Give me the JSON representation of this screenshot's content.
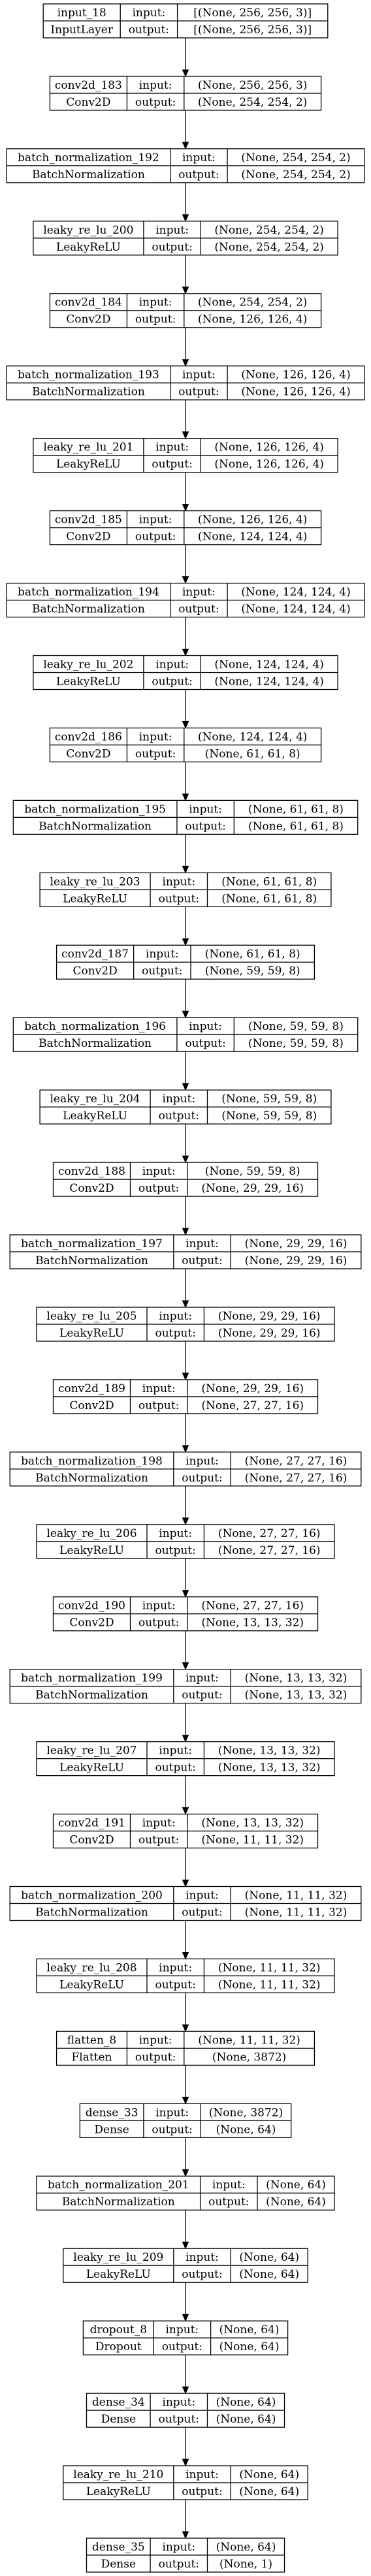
{
  "nodes": [
    {
      "name": "input_18",
      "type": "InputLayer",
      "input": "[(None, 256, 256, 3)]",
      "output": "[(None, 256, 256, 3)]"
    },
    {
      "name": "conv2d_183",
      "type": "Conv2D",
      "input": "(None, 256, 256, 3)",
      "output": "(None, 254, 254, 2)"
    },
    {
      "name": "batch_normalization_192",
      "type": "BatchNormalization",
      "input": "(None, 254, 254, 2)",
      "output": "(None, 254, 254, 2)"
    },
    {
      "name": "leaky_re_lu_200",
      "type": "LeakyReLU",
      "input": "(None, 254, 254, 2)",
      "output": "(None, 254, 254, 2)"
    },
    {
      "name": "conv2d_184",
      "type": "Conv2D",
      "input": "(None, 254, 254, 2)",
      "output": "(None, 126, 126, 4)"
    },
    {
      "name": "batch_normalization_193",
      "type": "BatchNormalization",
      "input": "(None, 126, 126, 4)",
      "output": "(None, 126, 126, 4)"
    },
    {
      "name": "leaky_re_lu_201",
      "type": "LeakyReLU",
      "input": "(None, 126, 126, 4)",
      "output": "(None, 126, 126, 4)"
    },
    {
      "name": "conv2d_185",
      "type": "Conv2D",
      "input": "(None, 126, 126, 4)",
      "output": "(None, 124, 124, 4)"
    },
    {
      "name": "batch_normalization_194",
      "type": "BatchNormalization",
      "input": "(None, 124, 124, 4)",
      "output": "(None, 124, 124, 4)"
    },
    {
      "name": "leaky_re_lu_202",
      "type": "LeakyReLU",
      "input": "(None, 124, 124, 4)",
      "output": "(None, 124, 124, 4)"
    },
    {
      "name": "conv2d_186",
      "type": "Conv2D",
      "input": "(None, 124, 124, 4)",
      "output": "(None, 61, 61, 8)"
    },
    {
      "name": "batch_normalization_195",
      "type": "BatchNormalization",
      "input": "(None, 61, 61, 8)",
      "output": "(None, 61, 61, 8)"
    },
    {
      "name": "leaky_re_lu_203",
      "type": "LeakyReLU",
      "input": "(None, 61, 61, 8)",
      "output": "(None, 61, 61, 8)"
    },
    {
      "name": "conv2d_187",
      "type": "Conv2D",
      "input": "(None, 61, 61, 8)",
      "output": "(None, 59, 59, 8)"
    },
    {
      "name": "batch_normalization_196",
      "type": "BatchNormalization",
      "input": "(None, 59, 59, 8)",
      "output": "(None, 59, 59, 8)"
    },
    {
      "name": "leaky_re_lu_204",
      "type": "LeakyReLU",
      "input": "(None, 59, 59, 8)",
      "output": "(None, 59, 59, 8)"
    },
    {
      "name": "conv2d_188",
      "type": "Conv2D",
      "input": "(None, 59, 59, 8)",
      "output": "(None, 29, 29, 16)"
    },
    {
      "name": "batch_normalization_197",
      "type": "BatchNormalization",
      "input": "(None, 29, 29, 16)",
      "output": "(None, 29, 29, 16)"
    },
    {
      "name": "leaky_re_lu_205",
      "type": "LeakyReLU",
      "input": "(None, 29, 29, 16)",
      "output": "(None, 29, 29, 16)"
    },
    {
      "name": "conv2d_189",
      "type": "Conv2D",
      "input": "(None, 29, 29, 16)",
      "output": "(None, 27, 27, 16)"
    },
    {
      "name": "batch_normalization_198",
      "type": "BatchNormalization",
      "input": "(None, 27, 27, 16)",
      "output": "(None, 27, 27, 16)"
    },
    {
      "name": "leaky_re_lu_206",
      "type": "LeakyReLU",
      "input": "(None, 27, 27, 16)",
      "output": "(None, 27, 27, 16)"
    },
    {
      "name": "conv2d_190",
      "type": "Conv2D",
      "input": "(None, 27, 27, 16)",
      "output": "(None, 13, 13, 32)"
    },
    {
      "name": "batch_normalization_199",
      "type": "BatchNormalization",
      "input": "(None, 13, 13, 32)",
      "output": "(None, 13, 13, 32)"
    },
    {
      "name": "leaky_re_lu_207",
      "type": "LeakyReLU",
      "input": "(None, 13, 13, 32)",
      "output": "(None, 13, 13, 32)"
    },
    {
      "name": "conv2d_191",
      "type": "Conv2D",
      "input": "(None, 13, 13, 32)",
      "output": "(None, 11, 11, 32)"
    },
    {
      "name": "batch_normalization_200",
      "type": "BatchNormalization",
      "input": "(None, 11, 11, 32)",
      "output": "(None, 11, 11, 32)"
    },
    {
      "name": "leaky_re_lu_208",
      "type": "LeakyReLU",
      "input": "(None, 11, 11, 32)",
      "output": "(None, 11, 11, 32)"
    },
    {
      "name": "flatten_8",
      "type": "Flatten",
      "input": "(None, 11, 11, 32)",
      "output": "(None, 3872)"
    },
    {
      "name": "dense_33",
      "type": "Dense",
      "input": "(None, 3872)",
      "output": "(None, 64)"
    },
    {
      "name": "batch_normalization_201",
      "type": "BatchNormalization",
      "input": "(None, 64)",
      "output": "(None, 64)"
    },
    {
      "name": "leaky_re_lu_209",
      "type": "LeakyReLU",
      "input": "(None, 64)",
      "output": "(None, 64)"
    },
    {
      "name": "dropout_8",
      "type": "Dropout",
      "input": "(None, 64)",
      "output": "(None, 64)"
    },
    {
      "name": "dense_34",
      "type": "Dense",
      "input": "(None, 64)",
      "output": "(None, 64)"
    },
    {
      "name": "leaky_re_lu_210",
      "type": "LeakyReLU",
      "input": "(None, 64)",
      "output": "(None, 64)"
    },
    {
      "name": "dense_35",
      "type": "Dense",
      "input": "(None, 64)",
      "output": "(None, 1)"
    }
  ],
  "port_labels": {
    "input": "input:",
    "output": "output:"
  }
}
